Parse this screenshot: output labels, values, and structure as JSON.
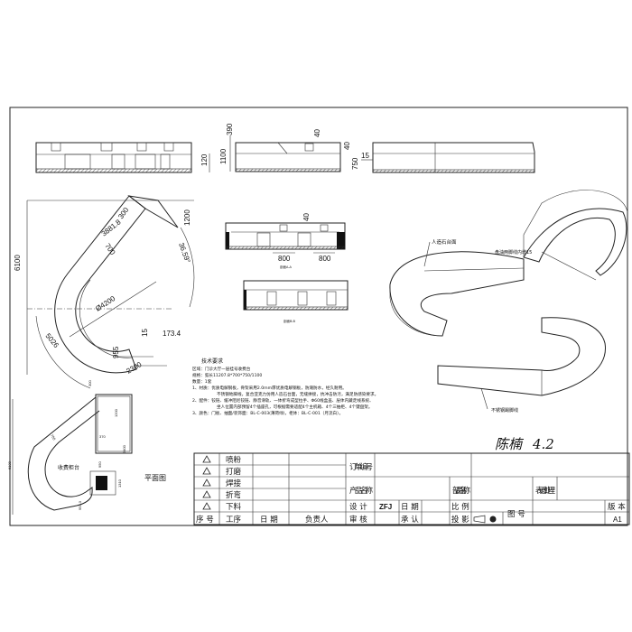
{
  "dimensions": {
    "elev_height": "120",
    "sec_390": "390",
    "sec_1100": "1100",
    "sec_40a": "40",
    "sec_40b": "40",
    "sec_750": "750",
    "back_15": "15",
    "plan_6100": "6100",
    "plan_3881": "3881.8",
    "plan_300": "300",
    "plan_1200": "1200",
    "plan_700": "700",
    "plan_angle": "36.59°",
    "plan_dia": "Ø4200",
    "plan_15": "15",
    "plan_173": "173.4",
    "plan_955": "955",
    "plan_5026": "5026",
    "plan_2300": "2300",
    "secA_40": "40",
    "secA_800a": "800",
    "secA_800b": "800"
  },
  "section_captions": [
    "剖面A-A",
    "剖面B-B"
  ],
  "floor_plan": {
    "title": "平面图",
    "counter_label": "收费柜台",
    "dim_300": "300",
    "dim_1200": "1200",
    "dim_370": "370",
    "dim_3400": "3400",
    "dim_6100": "6100",
    "dim_700": "700",
    "dim_950": "950",
    "dim_1310": "1310",
    "dim_953": "953.3"
  },
  "callouts": {
    "stone_top": "人造石台面",
    "inner_line": "盘油两脚线内增15",
    "skirting": "不锈钢踢脚线"
  },
  "requirements": {
    "title": "技术要求",
    "lines": [
      "区域：门诊大厅一层挂号收费台",
      "规格：弧长11207.8*700*750/1100",
      "数量：1套",
      "1、材质：优质电解钢板，骨架采用2.0mm厚优质电解钢板，防潮防水，经久耐用。",
      "不锈钢地脚线，复合亚克力仿用人造石台面，无缝拼接，抗冲击防污，满足防感染要求。",
      "2、配件：铰链、缓冲阻尼铰链、静音滑轨、一体折弯成型拉手、Φ60线盒盖、层体内藏走线系统、",
      "坐人位置内部预留4个插座孔，可根据需要适配4个主机箱、4个三抽柜、4个键盘架。",
      "3、颜色：门板、抽面/装饰面：BL-C-003(薄荷绿)，柜体：BL-C-001（月流白）。"
    ]
  },
  "signature": {
    "name": "陈楠",
    "date": "4.2"
  },
  "title_block": {
    "processes": [
      "喷粉",
      "打磨",
      "焊接",
      "折弯",
      "下料"
    ],
    "header": {
      "seq": "序 号",
      "process": "工序",
      "date": "日 期",
      "owner": "负责人"
    },
    "order_no": "订单编号",
    "product_name": "产 品 名 称",
    "part_name": "部 品 名 称",
    "surface": "表 面 处 理",
    "design": "设 计",
    "designer": "ZFJ",
    "date": "日 期",
    "review": "审 核",
    "approve": "承 认",
    "scale": "比 例",
    "projection": "投 影",
    "drawing_no": "图 号",
    "version_label": "版 本",
    "version": "A1"
  }
}
